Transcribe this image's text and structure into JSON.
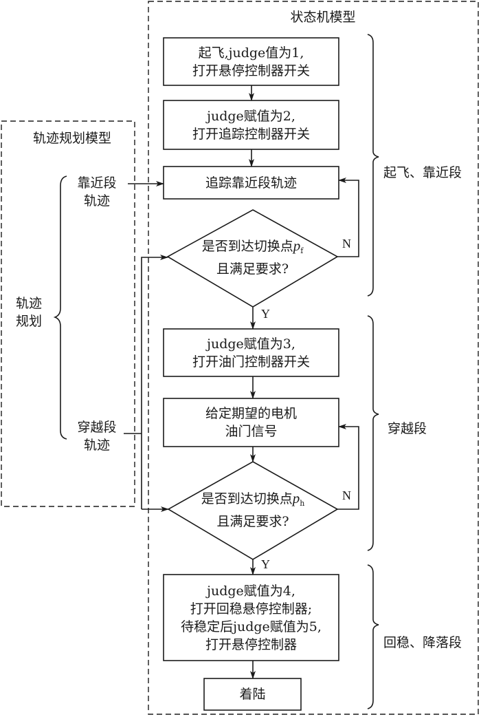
{
  "groups": {
    "state_machine": {
      "title": "状态机模型"
    },
    "trajectory_planning": {
      "title": "轨迹规划模型",
      "root_label": [
        "轨迹",
        "规划"
      ],
      "branches": [
        {
          "label": [
            "靠近段",
            "轨迹"
          ]
        },
        {
          "label": [
            "穿越段",
            "轨迹"
          ]
        }
      ]
    }
  },
  "nodes": {
    "takeoff": {
      "lines": [
        "起飞,judge值为1,",
        "打开悬停控制器开关"
      ]
    },
    "judge2": {
      "lines": [
        "judge赋值为2,",
        "打开追踪控制器开关"
      ]
    },
    "track_approach": {
      "lines": [
        "追踪靠近段轨迹"
      ]
    },
    "decision_pf": {
      "line1_prefix": "是否到达切换点",
      "var": "p",
      "sub": "f",
      "line2": "且满足要求?"
    },
    "judge3": {
      "lines": [
        "judge赋值为3,",
        "打开油门控制器开关"
      ]
    },
    "throttle_signal": {
      "lines": [
        "给定期望的电机",
        "油门信号"
      ]
    },
    "decision_ph": {
      "line1_prefix": "是否到达切换点",
      "var": "p",
      "sub": "h",
      "line2": "且满足要求?"
    },
    "judge45": {
      "lines": [
        "judge赋值为4,",
        "打开回稳悬停控制器;",
        "待稳定后judge赋值为5,",
        "打开悬停控制器"
      ]
    },
    "landing": {
      "lines": [
        "着陆"
      ]
    }
  },
  "branch_labels": {
    "yes": "Y",
    "no": "N"
  },
  "phases": [
    {
      "label": "起飞、靠近段"
    },
    {
      "label": "穿越段"
    },
    {
      "label": "回稳、降落段"
    }
  ]
}
